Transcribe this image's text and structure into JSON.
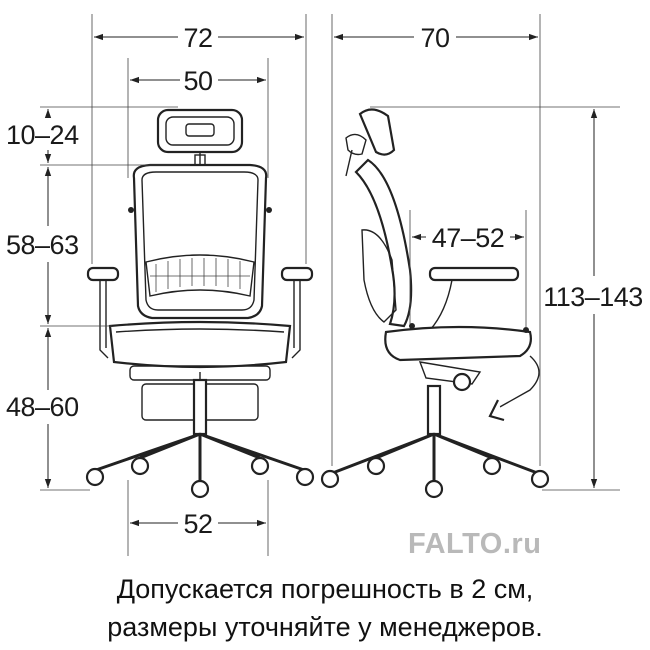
{
  "dimensions": {
    "width_total": "72",
    "width_back": "50",
    "headrest_adjust": "10–24",
    "back_height": "58–63",
    "seat_height": "48–60",
    "base_width": "52",
    "depth_total": "70",
    "seat_depth": "47–52",
    "total_height": "113–143"
  },
  "brand": "FALTO.ru",
  "notes": {
    "line1": "Допускается погрешность в 2 см,",
    "line2": "размеры уточняйте у менеджеров."
  }
}
